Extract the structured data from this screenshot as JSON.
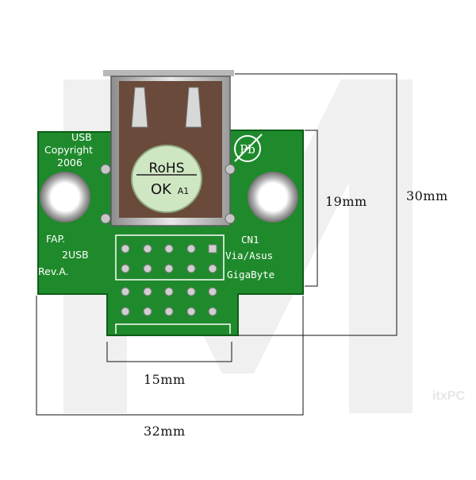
{
  "silkscreen": {
    "usb": "USB",
    "copyright": "Copyright",
    "year": "2006",
    "fap": "FAP.",
    "model": "2USB",
    "rev": "Rev.A.",
    "cn1": "CN1",
    "via_asus": "Via/Asus",
    "gigabyte": "GigaByte"
  },
  "badge": {
    "line1": "RoHS",
    "line2": "OK",
    "suffix": "A1"
  },
  "pb_mark": "Pb",
  "dimensions": {
    "height_connector": "19mm",
    "height_total": "30mm",
    "width_header": "15mm",
    "width_board": "32mm"
  },
  "watermark": "itxPC",
  "colors": {
    "pcb": "#1f8a2c",
    "dimension_lines": "#111111"
  }
}
